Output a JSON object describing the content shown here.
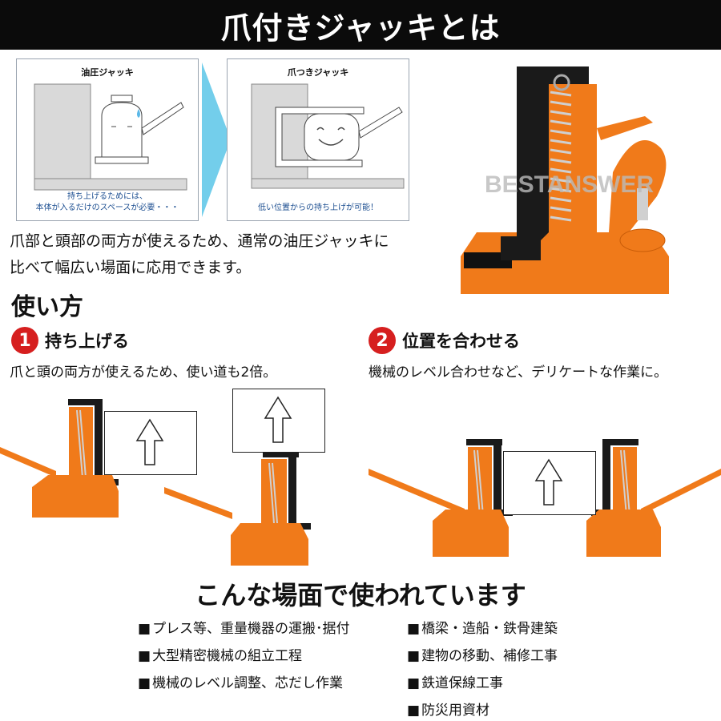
{
  "header": {
    "title": "爪付きジャッキとは"
  },
  "panels": [
    {
      "title": "油圧ジャッキ",
      "caption_line1": "持ち上げるためには、",
      "caption_line2": "本体が入るだけのスペースが必要・・・"
    },
    {
      "title": "爪つきジャッキ",
      "caption_line1": "低い位置からの持ち上げが可能！"
    }
  ],
  "watermark": "BESTANSWER",
  "intro": {
    "line1": "爪部と頭部の両方が使えるため、通常の油圧ジャッキに",
    "line2": "比べて幅広い場面に応用できます。"
  },
  "usage": {
    "title": "使い方",
    "steps": [
      {
        "number": "1",
        "title": "持ち上げる",
        "description": "爪と頭の両方が使えるため、使い道も2倍。"
      },
      {
        "number": "2",
        "title": "位置を合わせる",
        "description": "機械のレベル合わせなど、デリケートな作業に。"
      }
    ]
  },
  "scenes": {
    "title": "こんな場面で使われています",
    "left": [
      "プレス等、重量機器の運搬･据付",
      "大型精密機械の組立工程",
      "機械のレベル調整、芯だし作業"
    ],
    "right": [
      "橋梁・造船・鉄骨建築",
      "建物の移動、補修工事",
      "鉄道保線工事",
      "防災用資材"
    ]
  },
  "colors": {
    "jack_orange": "#f07a1a",
    "claw_black": "#1a1a1a",
    "step_badge": "#d61f1f",
    "caption_blue": "#1d4f91",
    "panel_arrow": "#5bc6e8"
  },
  "icons": [
    "up-arrow-icon",
    "smile-face-icon",
    "sweat-drop-icon",
    "chevron-right-icon"
  ]
}
